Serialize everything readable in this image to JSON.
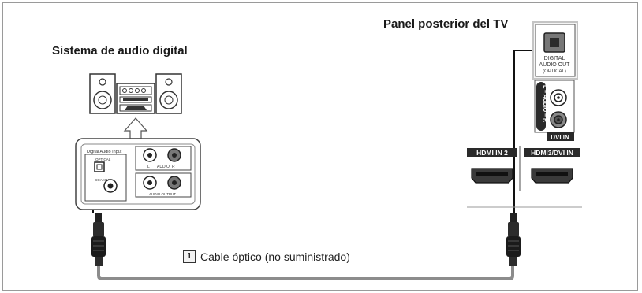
{
  "labels": {
    "tv_panel": "Panel posterior del TV",
    "audio_system": "Sistema de audio digital",
    "cable_number": "1",
    "cable": "Cable óptico (no suministrado)"
  },
  "audio_device_panel": {
    "digital_audio_input": "Digital Audio Input",
    "optical": "OPTICAL",
    "coaxial": "COAXIAL",
    "l": "L",
    "audio": "AUDIO",
    "r": "R",
    "audio_output": "AUDIO OUTPUT"
  },
  "tv_ports": {
    "digital_audio_out_1": "DIGITAL",
    "digital_audio_out_2": "AUDIO OUT",
    "digital_audio_out_3": "(OPTICAL)",
    "audio_vertical": "L – AUDIO – R",
    "dvi_in": "DVI IN",
    "hdmi_in_2": "HDMI IN 2",
    "hdmi3_dvi_in": "HDMI3/DVI IN"
  },
  "colors": {
    "cable": "#8c8c8c",
    "port_label_bg": "#2a2a2a"
  }
}
